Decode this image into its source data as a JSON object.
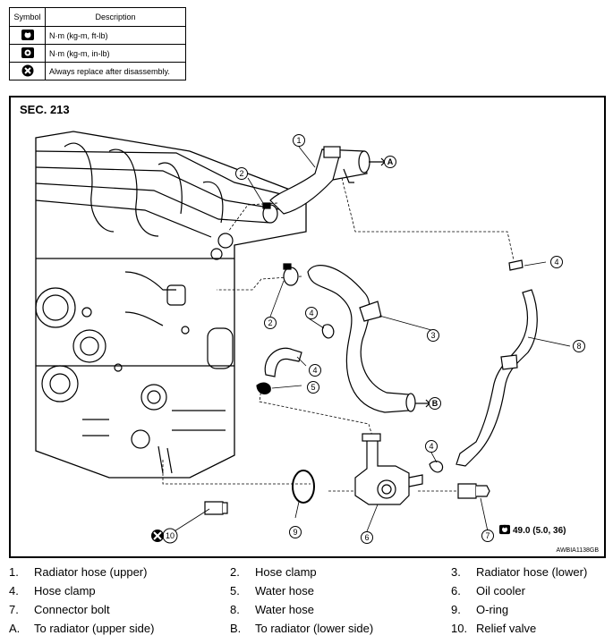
{
  "legend": {
    "header_symbol": "Symbol",
    "header_description": "Description",
    "rows": [
      {
        "icon": "torque-wrench-icon",
        "description": "N·m (kg-m, ft-lb)"
      },
      {
        "icon": "torque-wrench-small-icon",
        "description": "N·m (kg-m, in-lb)"
      },
      {
        "icon": "always-replace-icon",
        "description": "Always replace after disassembly."
      }
    ]
  },
  "diagram": {
    "section": "SEC. 213",
    "figure_code": "AWBIA1138GB",
    "torque_value": "49.0 (5.0, 36)",
    "callouts": [
      "1",
      "2",
      "2",
      "3",
      "4",
      "4",
      "4",
      "4",
      "5",
      "6",
      "7",
      "8",
      "9",
      "10"
    ],
    "letters": [
      "A",
      "B"
    ]
  },
  "parts": [
    {
      "num": "1.",
      "label": "Radiator hose (upper)"
    },
    {
      "num": "2.",
      "label": "Hose clamp"
    },
    {
      "num": "3.",
      "label": "Radiator hose (lower)"
    },
    {
      "num": "4.",
      "label": "Hose clamp"
    },
    {
      "num": "5.",
      "label": "Water hose"
    },
    {
      "num": "6.",
      "label": "Oil cooler"
    },
    {
      "num": "7.",
      "label": "Connector bolt"
    },
    {
      "num": "8.",
      "label": "Water hose"
    },
    {
      "num": "9.",
      "label": "O-ring"
    },
    {
      "num": "A.",
      "label": "To radiator (upper side)"
    },
    {
      "num": "B.",
      "label": "To radiator (lower side)"
    },
    {
      "num": "10.",
      "label": "Relief valve"
    }
  ]
}
